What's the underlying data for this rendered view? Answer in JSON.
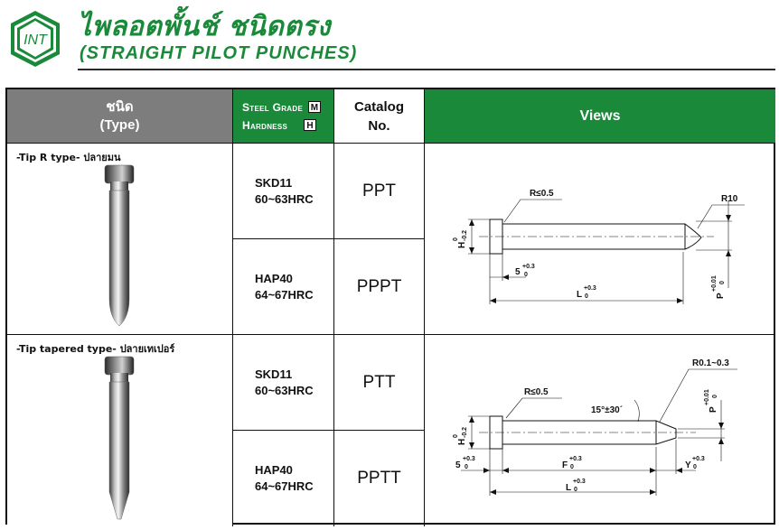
{
  "header": {
    "logo_text": "INT",
    "title_th": "ไพลอตพั้นช์ ชนิดตรง",
    "title_en": "(STRAIGHT PILOT PUNCHES)"
  },
  "table_header": {
    "type_th": "ชนิด",
    "type_en": "(Type)",
    "steel_grade": "Steel Grade",
    "steel_grade_badge": "M",
    "hardness": "Hardness",
    "hardness_badge": "H",
    "catalog_line1": "Catalog",
    "catalog_line2": "No.",
    "views": "Views"
  },
  "rows": [
    {
      "type_label": "-Tip R type- ปลายมน",
      "variants": [
        {
          "grade": "SKD11",
          "hardness": "60~63HRC",
          "catalog": "PPT"
        },
        {
          "grade": "HAP40",
          "hardness": "64~67HRC",
          "catalog": "PPPT"
        }
      ],
      "view": {
        "r_head": "R≤0.5",
        "r_tip": "R10",
        "h_label": "H",
        "h_tol_top": "0",
        "h_tol_bot": "-0.2",
        "five": "5",
        "five_tol_top": "+0.3",
        "five_tol_bot": "0",
        "l_label": "L",
        "l_tol_top": "+0.3",
        "l_tol_bot": "0",
        "p_label": "P",
        "p_tol_top": "+0.01",
        "p_tol_bot": "0"
      }
    },
    {
      "type_label": "-Tip tapered type- ปลายเทเปอร์",
      "variants": [
        {
          "grade": "SKD11",
          "hardness": "60~63HRC",
          "catalog": "PTT"
        },
        {
          "grade": "HAP40",
          "hardness": "64~67HRC",
          "catalog": "PPTT"
        }
      ],
      "view": {
        "r_head": "R≤0.5",
        "r_tip": "R0.1~0.3",
        "angle": "15°±30´",
        "h_label": "H",
        "h_tol_top": "0",
        "h_tol_bot": "-0.2",
        "five": "5",
        "five_tol_top": "+0.3",
        "five_tol_bot": "0",
        "f_label": "F",
        "f_tol_top": "+0.3",
        "f_tol_bot": "0",
        "l_label": "L",
        "l_tol_top": "+0.3",
        "l_tol_bot": "0",
        "y_label": "Y",
        "y_tol_top": "+0.3",
        "y_tol_bot": "0",
        "p_label": "P",
        "p_tol_top": "+0.01",
        "p_tol_bot": "0"
      }
    }
  ],
  "colors": {
    "brand_green": "#1a8a3a",
    "header_gray": "#7d7d7d"
  }
}
